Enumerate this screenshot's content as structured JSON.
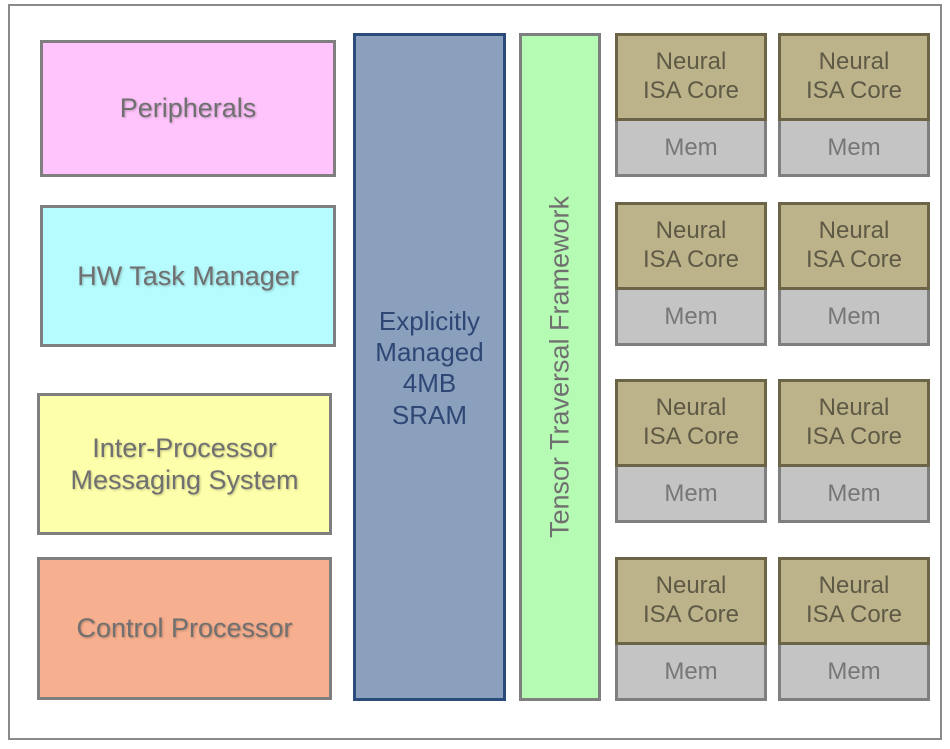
{
  "blocks": {
    "peripherals": "Peripherals",
    "hw_task_manager": "HW Task Manager",
    "inter_processor": "Inter-Processor\nMessaging System",
    "control_processor": "Control Processor",
    "sram": "Explicitly\nManaged\n4MB\nSRAM",
    "tensor_framework": "Tensor Traversal Framework"
  },
  "cores": [
    {
      "core": "Neural\nISA Core",
      "mem": "Mem"
    },
    {
      "core": "Neural\nISA Core",
      "mem": "Mem"
    },
    {
      "core": "Neural\nISA Core",
      "mem": "Mem"
    },
    {
      "core": "Neural\nISA Core",
      "mem": "Mem"
    },
    {
      "core": "Neural\nISA Core",
      "mem": "Mem"
    },
    {
      "core": "Neural\nISA Core",
      "mem": "Mem"
    },
    {
      "core": "Neural\nISA Core",
      "mem": "Mem"
    },
    {
      "core": "Neural\nISA Core",
      "mem": "Mem"
    }
  ],
  "colors": {
    "peripherals": "#ffc4fc",
    "hw_task_manager": "#b6fbfd",
    "inter_processor": "#feffab",
    "control_processor": "#f7b08f",
    "sram": "#8aa0bd",
    "tensor_framework": "#b6fbb4",
    "neural_core": "#bdb38b",
    "mem": "#c4c4c4"
  }
}
